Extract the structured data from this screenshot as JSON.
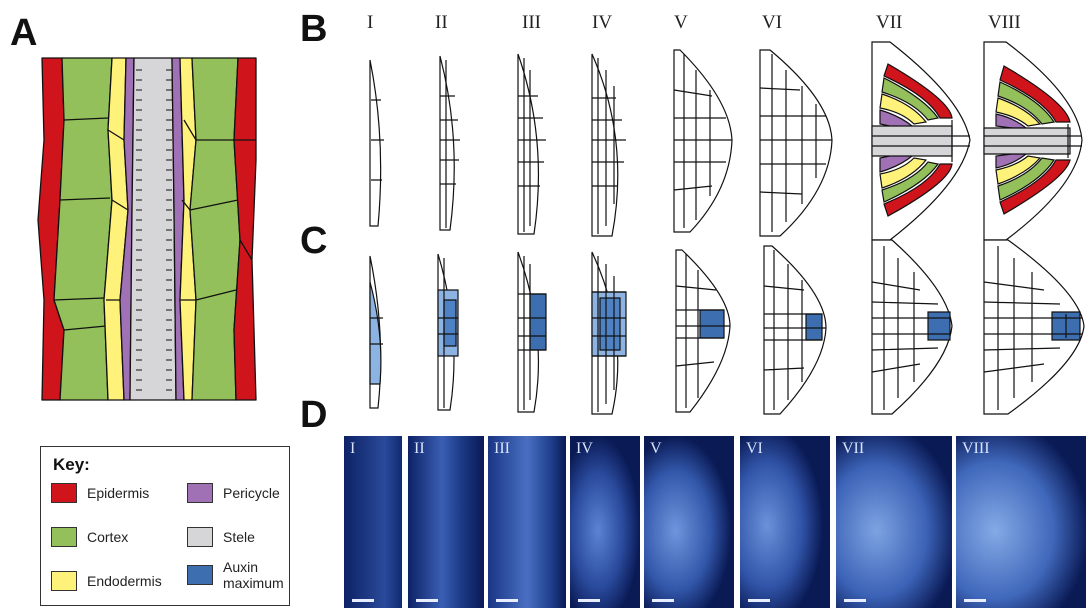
{
  "panels": {
    "a": "A",
    "b": "B",
    "c": "C",
    "d": "D"
  },
  "stages": [
    "I",
    "II",
    "III",
    "IV",
    "V",
    "VI",
    "VII",
    "VIII"
  ],
  "key": {
    "title": "Key:",
    "items": [
      {
        "label": "Epidermis",
        "color": "#d0141c"
      },
      {
        "label": "Pericycle",
        "color": "#a071b4"
      },
      {
        "label": "Cortex",
        "color": "#93c05a"
      },
      {
        "label": "Stele",
        "color": "#d6d6d8"
      },
      {
        "label": "Endodermis",
        "color": "#fff27a"
      },
      {
        "label": "Auxin maximum",
        "color": "#3d6fb0"
      }
    ]
  },
  "colors": {
    "epidermis": "#d0141c",
    "cortex": "#93c05a",
    "endodermis": "#fff27a",
    "pericycle": "#a071b4",
    "stele": "#d6d6d8",
    "auxin_dark": "#2f5f9e",
    "auxin_mid": "#4f82c4",
    "auxin_light": "#8db3e2",
    "photo_bg": "#0a1a55",
    "photo_tissue": "#4f77c8"
  }
}
